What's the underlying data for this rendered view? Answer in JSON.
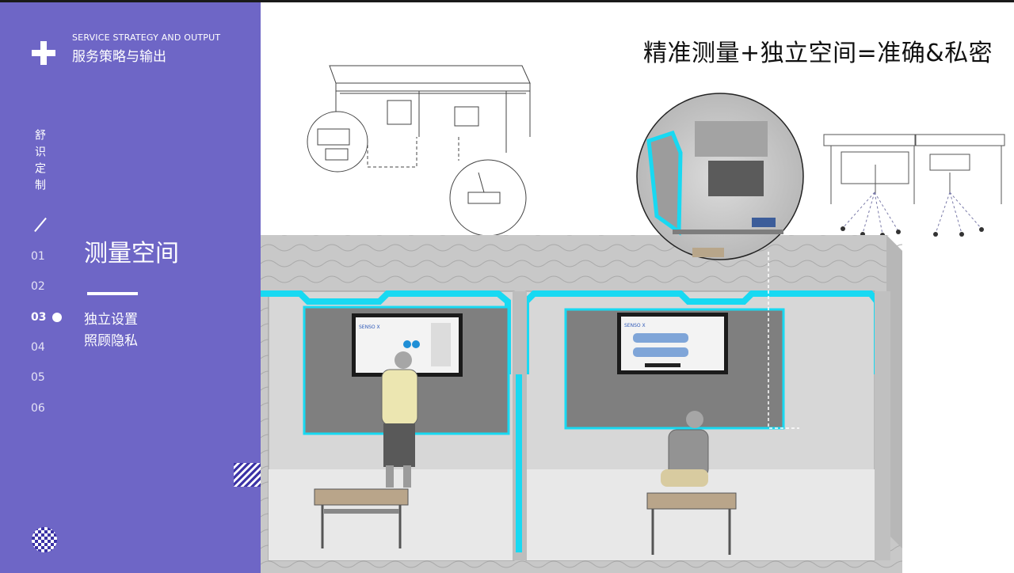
{
  "sidebar": {
    "brand_en": "SERVICE STRATEGY AND OUTPUT",
    "brand_cn": "服务策略与输出",
    "vertical_label": "舒识定制",
    "nav": [
      {
        "label": "01",
        "active": false
      },
      {
        "label": "02",
        "active": false
      },
      {
        "label": "03",
        "active": true
      },
      {
        "label": "04",
        "active": false
      },
      {
        "label": "05",
        "active": false
      },
      {
        "label": "06",
        "active": false
      }
    ],
    "section_title": "测量空间",
    "section_desc_1": "独立设置",
    "section_desc_2": "照顾隐私"
  },
  "main": {
    "headline": "精准测量+独立空间=准确&私密",
    "screen_logo": "SENSO X"
  },
  "colors": {
    "accent": "#6e66c6",
    "neon": "#18d9f2",
    "pattern": "#3b32a6"
  }
}
